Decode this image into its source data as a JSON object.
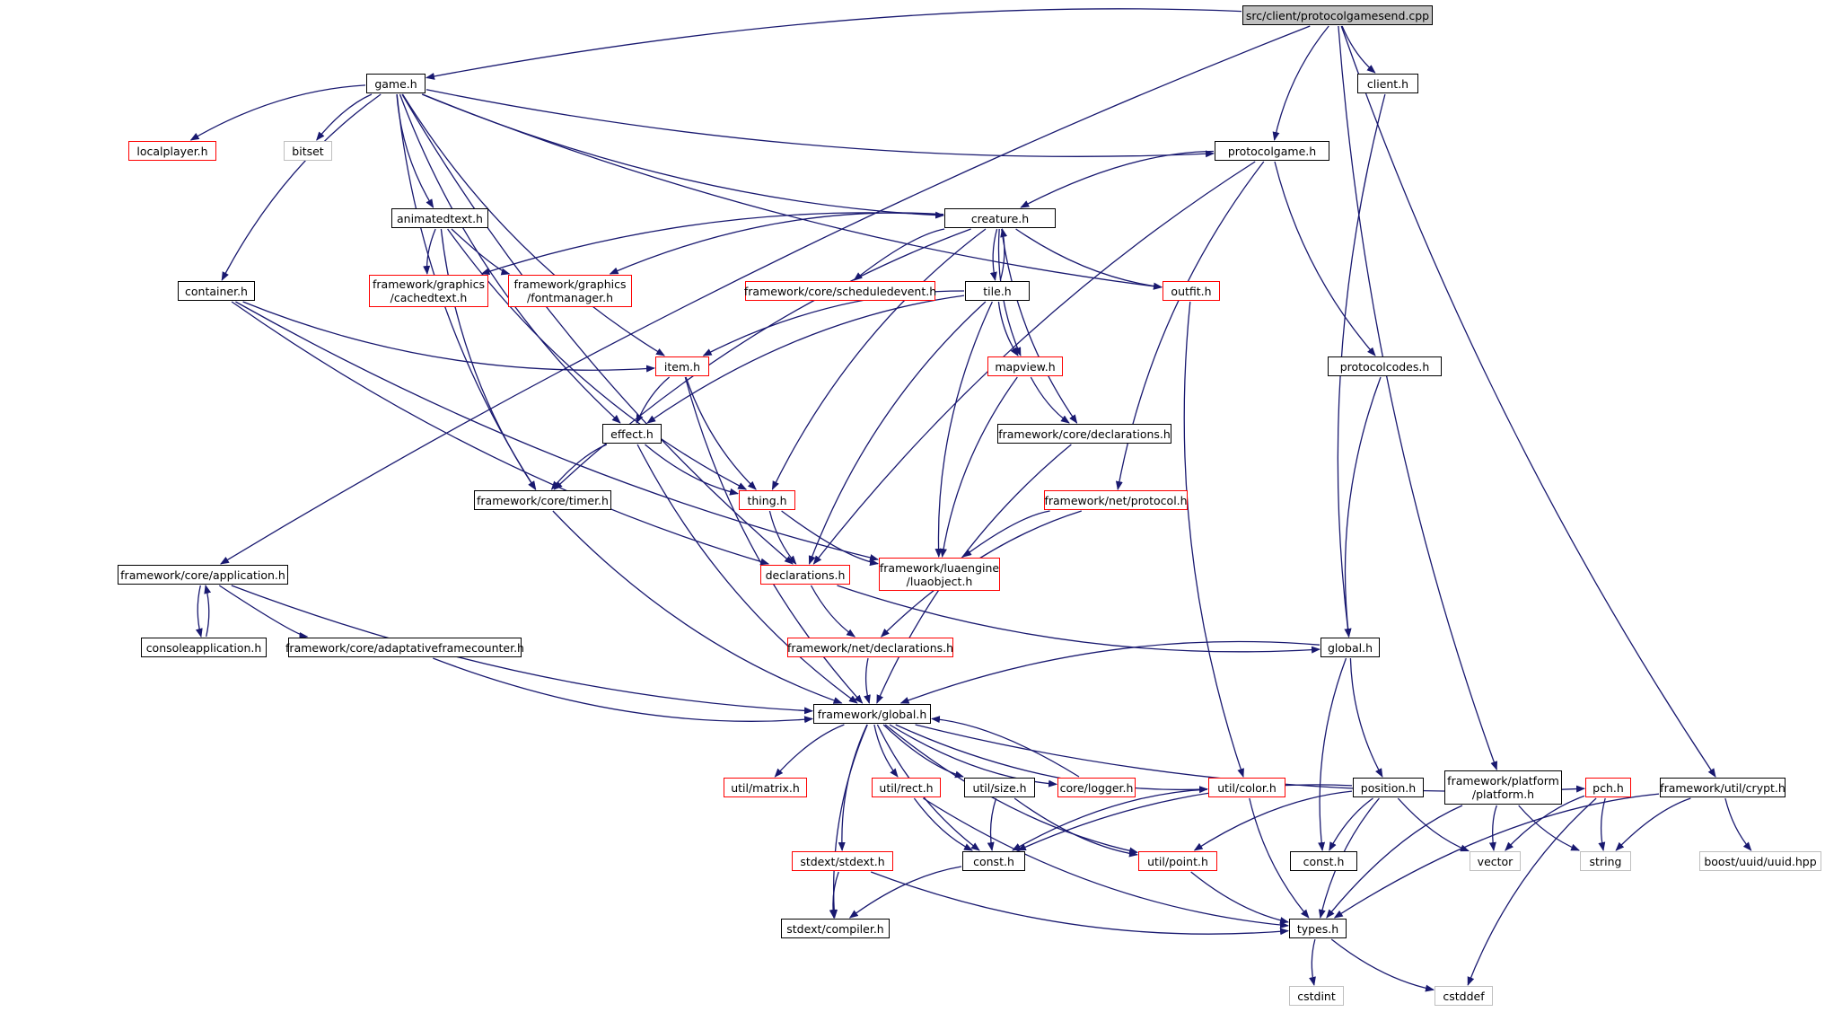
{
  "nodes": [
    {
      "id": "root",
      "label": "src/client/protocolgamesend.cpp",
      "kind": "root"
    },
    {
      "id": "game_h",
      "label": "game.h",
      "kind": "black"
    },
    {
      "id": "client_h",
      "label": "client.h",
      "kind": "black"
    },
    {
      "id": "localplayer_h",
      "label": "localplayer.h",
      "kind": "red"
    },
    {
      "id": "bitset",
      "label": "bitset",
      "kind": "gray"
    },
    {
      "id": "protocolgame_h",
      "label": "protocolgame.h",
      "kind": "black"
    },
    {
      "id": "animatedtext_h",
      "label": "animatedtext.h",
      "kind": "black"
    },
    {
      "id": "creature_h",
      "label": "creature.h",
      "kind": "black"
    },
    {
      "id": "container_h",
      "label": "container.h",
      "kind": "black"
    },
    {
      "id": "cachedtext_h",
      "label": "framework/graphics\n/cachedtext.h",
      "kind": "red"
    },
    {
      "id": "fontmanager_h",
      "label": "framework/graphics\n/fontmanager.h",
      "kind": "red"
    },
    {
      "id": "scheduledevent_h",
      "label": "framework/core/scheduledevent.h",
      "kind": "red"
    },
    {
      "id": "tile_h",
      "label": "tile.h",
      "kind": "black"
    },
    {
      "id": "outfit_h",
      "label": "outfit.h",
      "kind": "red"
    },
    {
      "id": "item_h",
      "label": "item.h",
      "kind": "red"
    },
    {
      "id": "mapview_h",
      "label": "mapview.h",
      "kind": "red"
    },
    {
      "id": "protocolcodes_h",
      "label": "protocolcodes.h",
      "kind": "black"
    },
    {
      "id": "effect_h",
      "label": "effect.h",
      "kind": "black"
    },
    {
      "id": "core_declarations_h",
      "label": "framework/core/declarations.h",
      "kind": "black"
    },
    {
      "id": "timer_h",
      "label": "framework/core/timer.h",
      "kind": "black"
    },
    {
      "id": "thing_h",
      "label": "thing.h",
      "kind": "red"
    },
    {
      "id": "net_protocol_h",
      "label": "framework/net/protocol.h",
      "kind": "red"
    },
    {
      "id": "application_h",
      "label": "framework/core/application.h",
      "kind": "black"
    },
    {
      "id": "declarations_h",
      "label": "declarations.h",
      "kind": "red"
    },
    {
      "id": "luaobject_h",
      "label": "framework/luaengine\n/luaobject.h",
      "kind": "red"
    },
    {
      "id": "consoleapplication_h",
      "label": "consoleapplication.h",
      "kind": "black"
    },
    {
      "id": "adaptativeframecounter_h",
      "label": "framework/core/adaptativeframecounter.h",
      "kind": "black"
    },
    {
      "id": "net_declarations_h",
      "label": "framework/net/declarations.h",
      "kind": "red"
    },
    {
      "id": "global_h",
      "label": "global.h",
      "kind": "black"
    },
    {
      "id": "fw_global_h",
      "label": "framework/global.h",
      "kind": "black"
    },
    {
      "id": "matrix_h",
      "label": "util/matrix.h",
      "kind": "red"
    },
    {
      "id": "rect_h",
      "label": "util/rect.h",
      "kind": "red"
    },
    {
      "id": "size_h",
      "label": "util/size.h",
      "kind": "black"
    },
    {
      "id": "logger_h",
      "label": "core/logger.h",
      "kind": "red"
    },
    {
      "id": "color_h",
      "label": "util/color.h",
      "kind": "red"
    },
    {
      "id": "position_h",
      "label": "position.h",
      "kind": "black"
    },
    {
      "id": "platform_h",
      "label": "framework/platform\n/platform.h",
      "kind": "black"
    },
    {
      "id": "pch_h",
      "label": "pch.h",
      "kind": "red"
    },
    {
      "id": "crypt_h",
      "label": "framework/util/crypt.h",
      "kind": "black"
    },
    {
      "id": "stdext_h",
      "label": "stdext/stdext.h",
      "kind": "red"
    },
    {
      "id": "const_h",
      "label": "const.h",
      "kind": "black"
    },
    {
      "id": "point_h",
      "label": "util/point.h",
      "kind": "red"
    },
    {
      "id": "const_h2",
      "label": "const.h",
      "kind": "black"
    },
    {
      "id": "vector",
      "label": "vector",
      "kind": "gray"
    },
    {
      "id": "string",
      "label": "string",
      "kind": "gray"
    },
    {
      "id": "uuid_hpp",
      "label": "boost/uuid/uuid.hpp",
      "kind": "gray"
    },
    {
      "id": "compiler_h",
      "label": "stdext/compiler.h",
      "kind": "black"
    },
    {
      "id": "types_h",
      "label": "types.h",
      "kind": "black"
    },
    {
      "id": "cstdint",
      "label": "cstdint",
      "kind": "gray"
    },
    {
      "id": "cstddef",
      "label": "cstddef",
      "kind": "gray"
    }
  ],
  "edges": [
    [
      "root",
      "game_h"
    ],
    [
      "root",
      "client_h"
    ],
    [
      "root",
      "protocolgame_h"
    ],
    [
      "root",
      "platform_h"
    ],
    [
      "root",
      "crypt_h"
    ],
    [
      "root",
      "application_h"
    ],
    [
      "game_h",
      "localplayer_h"
    ],
    [
      "game_h",
      "bitset"
    ],
    [
      "game_h",
      "protocolgame_h"
    ],
    [
      "game_h",
      "animatedtext_h"
    ],
    [
      "game_h",
      "creature_h"
    ],
    [
      "game_h",
      "container_h"
    ],
    [
      "game_h",
      "outfit_h"
    ],
    [
      "game_h",
      "item_h"
    ],
    [
      "game_h",
      "effect_h"
    ],
    [
      "game_h",
      "timer_h"
    ],
    [
      "game_h",
      "declarations_h"
    ],
    [
      "client_h",
      "global_h"
    ],
    [
      "protocolgame_h",
      "creature_h"
    ],
    [
      "protocolgame_h",
      "protocolcodes_h"
    ],
    [
      "protocolgame_h",
      "net_protocol_h"
    ],
    [
      "protocolgame_h",
      "declarations_h"
    ],
    [
      "animatedtext_h",
      "cachedtext_h"
    ],
    [
      "animatedtext_h",
      "fontmanager_h"
    ],
    [
      "animatedtext_h",
      "timer_h"
    ],
    [
      "animatedtext_h",
      "thing_h"
    ],
    [
      "creature_h",
      "cachedtext_h"
    ],
    [
      "creature_h",
      "fontmanager_h"
    ],
    [
      "creature_h",
      "scheduledevent_h"
    ],
    [
      "creature_h",
      "tile_h"
    ],
    [
      "creature_h",
      "outfit_h"
    ],
    [
      "creature_h",
      "mapview_h"
    ],
    [
      "creature_h",
      "core_declarations_h"
    ],
    [
      "creature_h",
      "timer_h"
    ],
    [
      "creature_h",
      "thing_h"
    ],
    [
      "tile_h",
      "creature_h"
    ],
    [
      "tile_h",
      "item_h"
    ],
    [
      "tile_h",
      "mapview_h"
    ],
    [
      "tile_h",
      "effect_h"
    ],
    [
      "tile_h",
      "declarations_h"
    ],
    [
      "tile_h",
      "luaobject_h"
    ],
    [
      "container_h",
      "item_h"
    ],
    [
      "container_h",
      "declarations_h"
    ],
    [
      "container_h",
      "luaobject_h"
    ],
    [
      "outfit_h",
      "color_h"
    ],
    [
      "item_h",
      "effect_h"
    ],
    [
      "item_h",
      "thing_h"
    ],
    [
      "item_h",
      "fw_global_h"
    ],
    [
      "mapview_h",
      "core_declarations_h"
    ],
    [
      "mapview_h",
      "luaobject_h"
    ],
    [
      "protocolcodes_h",
      "global_h"
    ],
    [
      "effect_h",
      "timer_h"
    ],
    [
      "effect_h",
      "thing_h"
    ],
    [
      "effect_h",
      "fw_global_h"
    ],
    [
      "core_declarations_h",
      "fw_global_h"
    ],
    [
      "timer_h",
      "fw_global_h"
    ],
    [
      "thing_h",
      "declarations_h"
    ],
    [
      "thing_h",
      "luaobject_h"
    ],
    [
      "net_protocol_h",
      "luaobject_h"
    ],
    [
      "net_protocol_h",
      "net_declarations_h"
    ],
    [
      "application_h",
      "consoleapplication_h"
    ],
    [
      "consoleapplication_h",
      "application_h"
    ],
    [
      "application_h",
      "adaptativeframecounter_h"
    ],
    [
      "application_h",
      "fw_global_h"
    ],
    [
      "declarations_h",
      "net_declarations_h"
    ],
    [
      "declarations_h",
      "global_h"
    ],
    [
      "adaptativeframecounter_h",
      "fw_global_h"
    ],
    [
      "net_declarations_h",
      "fw_global_h"
    ],
    [
      "global_h",
      "fw_global_h"
    ],
    [
      "global_h",
      "position_h"
    ],
    [
      "global_h",
      "const_h2"
    ],
    [
      "fw_global_h",
      "matrix_h"
    ],
    [
      "fw_global_h",
      "rect_h"
    ],
    [
      "fw_global_h",
      "size_h"
    ],
    [
      "fw_global_h",
      "logger_h"
    ],
    [
      "logger_h",
      "fw_global_h"
    ],
    [
      "fw_global_h",
      "color_h"
    ],
    [
      "fw_global_h",
      "pch_h"
    ],
    [
      "fw_global_h",
      "stdext_h"
    ],
    [
      "fw_global_h",
      "const_h"
    ],
    [
      "fw_global_h",
      "point_h"
    ],
    [
      "fw_global_h",
      "compiler_h"
    ],
    [
      "rect_h",
      "const_h"
    ],
    [
      "rect_h",
      "types_h"
    ],
    [
      "size_h",
      "const_h"
    ],
    [
      "size_h",
      "point_h"
    ],
    [
      "color_h",
      "const_h"
    ],
    [
      "color_h",
      "types_h"
    ],
    [
      "position_h",
      "const_h"
    ],
    [
      "position_h",
      "point_h"
    ],
    [
      "position_h",
      "const_h2"
    ],
    [
      "position_h",
      "types_h"
    ],
    [
      "position_h",
      "vector"
    ],
    [
      "platform_h",
      "vector"
    ],
    [
      "platform_h",
      "string"
    ],
    [
      "platform_h",
      "types_h"
    ],
    [
      "pch_h",
      "vector"
    ],
    [
      "pch_h",
      "string"
    ],
    [
      "pch_h",
      "cstddef"
    ],
    [
      "crypt_h",
      "string"
    ],
    [
      "crypt_h",
      "uuid_hpp"
    ],
    [
      "crypt_h",
      "types_h"
    ],
    [
      "stdext_h",
      "compiler_h"
    ],
    [
      "stdext_h",
      "types_h"
    ],
    [
      "const_h",
      "compiler_h"
    ],
    [
      "point_h",
      "types_h"
    ],
    [
      "types_h",
      "cstdint"
    ],
    [
      "types_h",
      "cstddef"
    ]
  ]
}
